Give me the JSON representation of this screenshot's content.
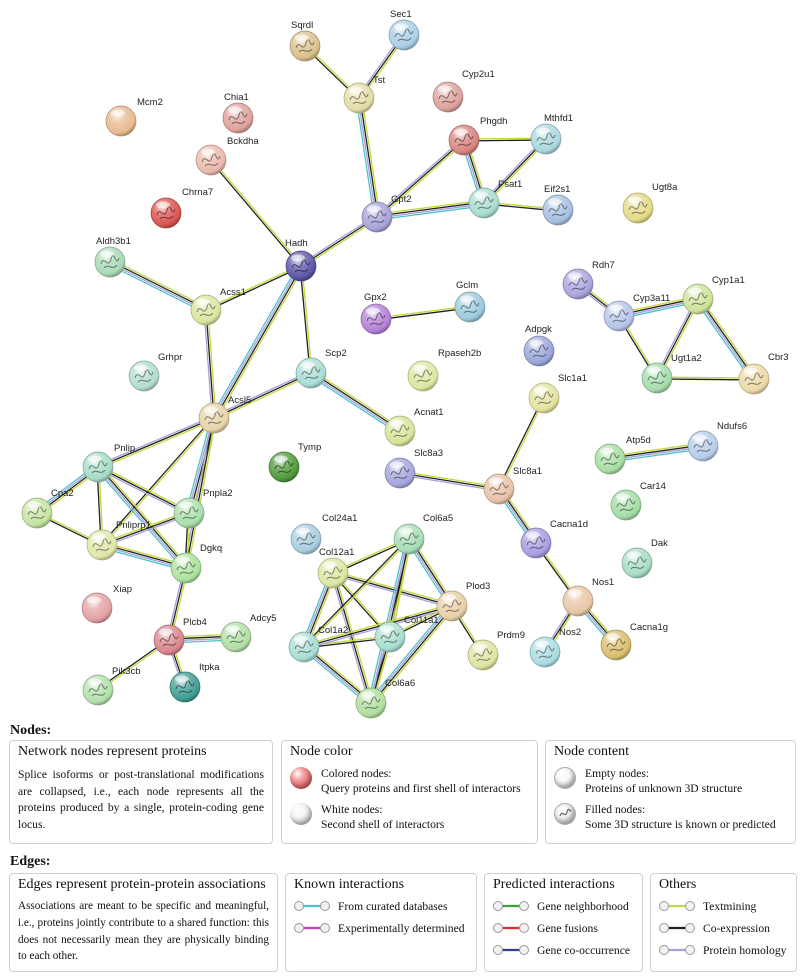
{
  "network": {
    "nodes": [
      {
        "id": "Sqrdl",
        "label": "Sqrdl",
        "color": "#d9c08a",
        "filled": true
      },
      {
        "id": "Sec1",
        "label": "Sec1",
        "color": "#a9cde6",
        "filled": true
      },
      {
        "id": "Tst",
        "label": "Tst",
        "color": "#e3dca6",
        "filled": true
      },
      {
        "id": "Cyp2u1",
        "label": "Cyp2u1",
        "color": "#dba29a",
        "filled": true
      },
      {
        "id": "Mcm2",
        "label": "Mcm2",
        "color": "#e8b98f",
        "filled": false
      },
      {
        "id": "Chia1",
        "label": "Chia1",
        "color": "#dca29b",
        "filled": true
      },
      {
        "id": "Bckdha",
        "label": "Bckdha",
        "color": "#e9b8ac",
        "filled": true
      },
      {
        "id": "Phgdh",
        "label": "Phgdh",
        "color": "#d7847d",
        "filled": true
      },
      {
        "id": "Mthfd1",
        "label": "Mthfd1",
        "color": "#a9d8de",
        "filled": true
      },
      {
        "id": "Chrna7",
        "label": "Chrna7",
        "color": "#d9534f",
        "filled": true
      },
      {
        "id": "Gpt2",
        "label": "Gpt2",
        "color": "#a7a2d8",
        "filled": true
      },
      {
        "id": "Psat1",
        "label": "Psat1",
        "color": "#a8dccf",
        "filled": true
      },
      {
        "id": "Eif2s1",
        "label": "Eif2s1",
        "color": "#a4bfe2",
        "filled": true
      },
      {
        "id": "Ugt8a",
        "label": "Ugt8a",
        "color": "#e3da88",
        "filled": true
      },
      {
        "id": "Aldh3b1",
        "label": "Aldh3b1",
        "color": "#a9d9b6",
        "filled": true
      },
      {
        "id": "Hadh",
        "label": "Hadh",
        "color": "#5a55a5",
        "filled": true
      },
      {
        "id": "Acss1",
        "label": "Acss1",
        "color": "#d8e6a0",
        "filled": true
      },
      {
        "id": "Gpx2",
        "label": "Gpx2",
        "color": "#b380d6",
        "filled": true
      },
      {
        "id": "Gclm",
        "label": "Gclm",
        "color": "#9cc9dc",
        "filled": true
      },
      {
        "id": "Rdh7",
        "label": "Rdh7",
        "color": "#a9a3dc",
        "filled": true
      },
      {
        "id": "Cyp3a11",
        "label": "Cyp3a11",
        "color": "#b5c4ea",
        "filled": true
      },
      {
        "id": "Cyp1a1",
        "label": "Cyp1a1",
        "color": "#cde39a",
        "filled": true
      },
      {
        "id": "Adpgk",
        "label": "Adpgk",
        "color": "#9aa6da",
        "filled": true
      },
      {
        "id": "Grhpr",
        "label": "Grhpr",
        "color": "#b3dcd0",
        "filled": true
      },
      {
        "id": "Scp2",
        "label": "Scp2",
        "color": "#a8dcd3",
        "filled": true
      },
      {
        "id": "Rpaseh2b",
        "label": "Rpaseh2b",
        "color": "#dde6a0",
        "filled": true
      },
      {
        "id": "Ugt1a2",
        "label": "Ugt1a2",
        "color": "#a6dcad",
        "filled": true
      },
      {
        "id": "Cbr3",
        "label": "Cbr3",
        "color": "#ecdaa8",
        "filled": true
      },
      {
        "id": "Slc1a1",
        "label": "Slc1a1",
        "color": "#e3e3a0",
        "filled": true
      },
      {
        "id": "Acsl5",
        "label": "Acsl5",
        "color": "#e6d3a8",
        "filled": true
      },
      {
        "id": "Acnat1",
        "label": "Acnat1",
        "color": "#d6e49b",
        "filled": true
      },
      {
        "id": "Pnlip",
        "label": "Pnlip",
        "color": "#a5dcc6",
        "filled": true
      },
      {
        "id": "Tymp",
        "label": "Tymp",
        "color": "#4f9a3c",
        "filled": true
      },
      {
        "id": "Atp5d",
        "label": "Atp5d",
        "color": "#a7dda2",
        "filled": true
      },
      {
        "id": "Ndufs6",
        "label": "Ndufs6",
        "color": "#b6cce9",
        "filled": true
      },
      {
        "id": "Slc8a3",
        "label": "Slc8a3",
        "color": "#a3a6dc",
        "filled": true
      },
      {
        "id": "Slc8a1",
        "label": "Slc8a1",
        "color": "#e8c2a7",
        "filled": true
      },
      {
        "id": "Car14",
        "label": "Car14",
        "color": "#a3dca6",
        "filled": true
      },
      {
        "id": "Cpa2",
        "label": "Cpa2",
        "color": "#c5e3a0",
        "filled": true
      },
      {
        "id": "Pnpla2",
        "label": "Pnpla2",
        "color": "#a9deaa",
        "filled": true
      },
      {
        "id": "Pnliprp1",
        "label": "Pnliprp1",
        "color": "#e0e6a8",
        "filled": true
      },
      {
        "id": "Col24a1",
        "label": "Col24a1",
        "color": "#a9cde0",
        "filled": true
      },
      {
        "id": "Col6a5",
        "label": "Col6a5",
        "color": "#a6dcb5",
        "filled": true
      },
      {
        "id": "Dgkq",
        "label": "Dgkq",
        "color": "#ace29d",
        "filled": true
      },
      {
        "id": "Cacna1d",
        "label": "Cacna1d",
        "color": "#a59de0",
        "filled": true
      },
      {
        "id": "Dak",
        "label": "Dak",
        "color": "#a7dcc5",
        "filled": true
      },
      {
        "id": "Col12a1",
        "label": "Col12a1",
        "color": "#dbe6a0",
        "filled": true
      },
      {
        "id": "Xiap",
        "label": "Xiap",
        "color": "#e3a0a4",
        "filled": false
      },
      {
        "id": "Plod3",
        "label": "Plod3",
        "color": "#e9cfa6",
        "filled": true
      },
      {
        "id": "Nos1",
        "label": "Nos1",
        "color": "#e8c6a6",
        "filled": false
      },
      {
        "id": "Plcb4",
        "label": "Plcb4",
        "color": "#d9868c",
        "filled": true
      },
      {
        "id": "Adcy5",
        "label": "Adcy5",
        "color": "#b2dea5",
        "filled": true
      },
      {
        "id": "Col1a2",
        "label": "Col1a2",
        "color": "#a9dcd3",
        "filled": true
      },
      {
        "id": "Col11a1",
        "label": "Col11a1",
        "color": "#a8dcce",
        "filled": true
      },
      {
        "id": "Prdm9",
        "label": "Prdm9",
        "color": "#dfe3a0",
        "filled": true
      },
      {
        "id": "Cacna1g",
        "label": "Cacna1g",
        "color": "#d9be6e",
        "filled": true
      },
      {
        "id": "Nos2",
        "label": "Nos2",
        "color": "#a9dce0",
        "filled": true
      },
      {
        "id": "Pik3cb",
        "label": "Pik3cb",
        "color": "#b3e0ac",
        "filled": true
      },
      {
        "id": "Itpka",
        "label": "Itpka",
        "color": "#3f9c93",
        "filled": true
      },
      {
        "id": "Col6a6",
        "label": "Col6a6",
        "color": "#b1de9f",
        "filled": true
      }
    ],
    "edges": [
      [
        "Sqrdl",
        "Tst"
      ],
      [
        "Sec1",
        "Tst"
      ],
      [
        "Tst",
        "Gpt2"
      ],
      [
        "Bckdha",
        "Hadh"
      ],
      [
        "Phgdh",
        "Gpt2"
      ],
      [
        "Phgdh",
        "Psat1"
      ],
      [
        "Phgdh",
        "Mthfd1"
      ],
      [
        "Mthfd1",
        "Psat1"
      ],
      [
        "Gpt2",
        "Psat1"
      ],
      [
        "Psat1",
        "Eif2s1"
      ],
      [
        "Gpt2",
        "Hadh"
      ],
      [
        "Aldh3b1",
        "Acss1"
      ],
      [
        "Acss1",
        "Hadh"
      ],
      [
        "Acss1",
        "Acsl5"
      ],
      [
        "Hadh",
        "Acsl5"
      ],
      [
        "Hadh",
        "Scp2"
      ],
      [
        "Scp2",
        "Acsl5"
      ],
      [
        "Scp2",
        "Acnat1"
      ],
      [
        "Gpx2",
        "Gclm"
      ],
      [
        "Rdh7",
        "Cyp3a11"
      ],
      [
        "Cyp3a11",
        "Cyp1a1"
      ],
      [
        "Cyp3a11",
        "Ugt1a2"
      ],
      [
        "Cyp1a1",
        "Ugt1a2"
      ],
      [
        "Cyp1a1",
        "Cbr3"
      ],
      [
        "Ugt1a2",
        "Cbr3"
      ],
      [
        "Acsl5",
        "Pnlip"
      ],
      [
        "Acsl5",
        "Pnpla2"
      ],
      [
        "Acsl5",
        "Pnliprp1"
      ],
      [
        "Acsl5",
        "Dgkq"
      ],
      [
        "Pnlip",
        "Cpa2"
      ],
      [
        "Pnlip",
        "Pnliprp1"
      ],
      [
        "Pnlip",
        "Pnpla2"
      ],
      [
        "Pnlip",
        "Dgkq"
      ],
      [
        "Cpa2",
        "Pnliprp1"
      ],
      [
        "Pnliprp1",
        "Pnpla2"
      ],
      [
        "Pnliprp1",
        "Dgkq"
      ],
      [
        "Pnpla2",
        "Dgkq"
      ],
      [
        "Dgkq",
        "Plcb4"
      ],
      [
        "Plcb4",
        "Adcy5"
      ],
      [
        "Plcb4",
        "Pik3cb"
      ],
      [
        "Plcb4",
        "Itpka"
      ],
      [
        "Atp5d",
        "Ndufs6"
      ],
      [
        "Slc1a1",
        "Slc8a1"
      ],
      [
        "Slc8a3",
        "Slc8a1"
      ],
      [
        "Slc8a1",
        "Cacna1d"
      ],
      [
        "Cacna1d",
        "Nos1"
      ],
      [
        "Nos1",
        "Nos2"
      ],
      [
        "Nos1",
        "Cacna1g"
      ],
      [
        "Col12a1",
        "Col6a5"
      ],
      [
        "Col12a1",
        "Plod3"
      ],
      [
        "Col12a1",
        "Col1a2"
      ],
      [
        "Col12a1",
        "Col11a1"
      ],
      [
        "Col12a1",
        "Col6a6"
      ],
      [
        "Col6a5",
        "Plod3"
      ],
      [
        "Col6a5",
        "Col1a2"
      ],
      [
        "Col6a5",
        "Col11a1"
      ],
      [
        "Col6a5",
        "Col6a6"
      ],
      [
        "Col1a2",
        "Col11a1"
      ],
      [
        "Col1a2",
        "Plod3"
      ],
      [
        "Col1a2",
        "Col6a6"
      ],
      [
        "Col11a1",
        "Plod3"
      ],
      [
        "Col11a1",
        "Col6a6"
      ],
      [
        "Plod3",
        "Col6a6"
      ],
      [
        "Plod3",
        "Prdm9"
      ]
    ],
    "edge_colors": {
      "textmining": "#c6d83a",
      "coexpression": "#222222",
      "homology": "#a6a2d8",
      "curated": "#4ec2c9",
      "experimental": "#c23fb7"
    }
  },
  "legend": {
    "nodes_title": "Nodes:",
    "edges_title": "Edges:",
    "box1": {
      "title": "Network nodes represent proteins",
      "text": "Splice isoforms or post-translational modifications are collapsed, i.e., each node represents all the proteins produced by a single, protein-coding gene locus."
    },
    "box2": {
      "title": "Node color",
      "item1_title": "Colored nodes:",
      "item1_text": "Query proteins and first shell of interactors",
      "item2_title": "White nodes:",
      "item2_text": "Second shell of interactors"
    },
    "box3": {
      "title": "Node content",
      "item1_title": "Empty nodes:",
      "item1_text": "Proteins of unknown 3D structure",
      "item2_title": "Filled nodes:",
      "item2_text": "Some 3D structure is known or predicted"
    },
    "box4": {
      "title": "Edges represent protein-protein associations",
      "text": "Associations are meant to be specific and meaningful, i.e., proteins jointly contribute to a shared function: this does not necessarily mean they are physically binding to each other."
    },
    "box5": {
      "title": "Known interactions",
      "items": [
        {
          "label": "From curated databases",
          "color": "#4ec2c9"
        },
        {
          "label": "Experimentally determined",
          "color": "#c23fb7"
        }
      ]
    },
    "box6": {
      "title": "Predicted interactions",
      "items": [
        {
          "label": "Gene neighborhood",
          "color": "#3aa43a"
        },
        {
          "label": "Gene fusions",
          "color": "#e0302a"
        },
        {
          "label": "Gene co-occurrence",
          "color": "#2c3d9c"
        }
      ]
    },
    "box7": {
      "title": "Others",
      "items": [
        {
          "label": "Textmining",
          "color": "#c6d83a"
        },
        {
          "label": "Co-expression",
          "color": "#222222"
        },
        {
          "label": "Protein homology",
          "color": "#a6a2d8"
        }
      ]
    }
  }
}
